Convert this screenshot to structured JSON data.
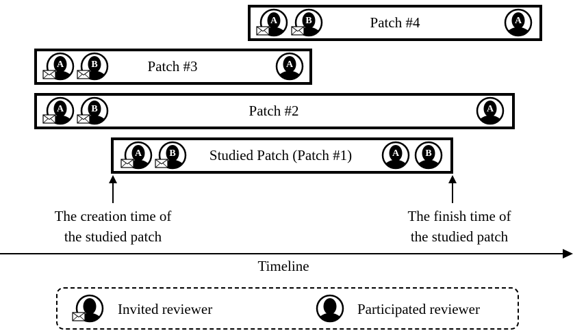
{
  "patches": [
    {
      "label": "Patch #4",
      "invited": [
        "A",
        "B"
      ],
      "participated": [
        "A"
      ]
    },
    {
      "label": "Patch #3",
      "invited": [
        "A",
        "B"
      ],
      "participated": [
        "A"
      ]
    },
    {
      "label": "Patch #2",
      "invited": [
        "A",
        "B"
      ],
      "participated": [
        "A"
      ]
    },
    {
      "label": "Studied Patch (Patch #1)",
      "invited": [
        "A",
        "B"
      ],
      "participated": [
        "A",
        "B"
      ]
    }
  ],
  "annotations": {
    "creation_line1": "The creation time of",
    "creation_line2": "the studied patch",
    "finish_line1": "The finish time of",
    "finish_line2": "the studied patch"
  },
  "timeline_label": "Timeline",
  "legend": {
    "invited_label": "Invited reviewer",
    "participated_label": "Participated reviewer"
  }
}
